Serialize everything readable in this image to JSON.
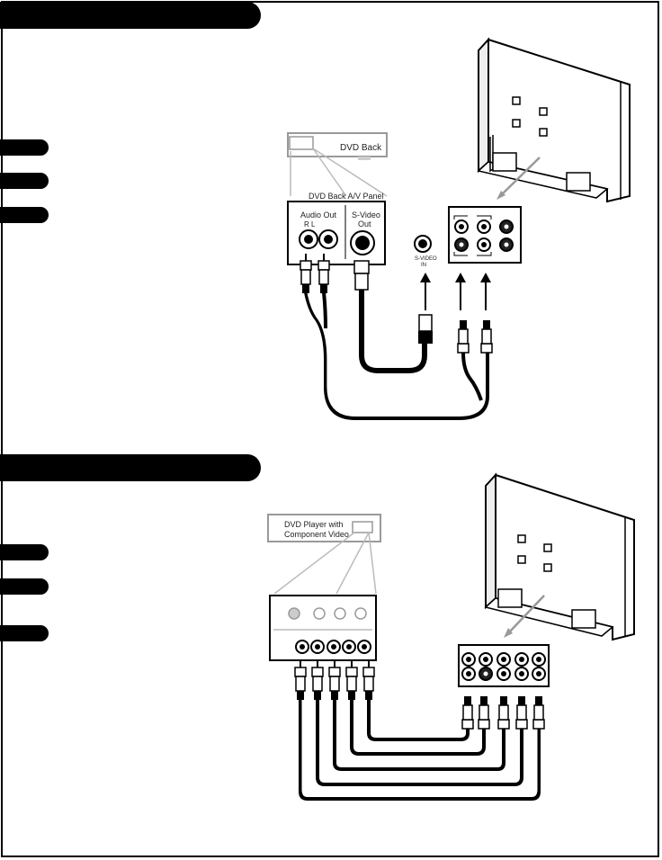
{
  "section1": {
    "diagram": {
      "dvd_box_label": "DVD Back",
      "panel_title": "DVD Back A/V Panel",
      "audio_out_label": "Audio Out",
      "audio_channels": "R    L",
      "svideo_label": "S-Video",
      "svideo_out": "Out",
      "tv_svideo_label": "S-VIDEO",
      "tv_jack_label": "IN"
    }
  },
  "section2": {
    "diagram": {
      "dvd_box_label_line1": "DVD Player with",
      "dvd_box_label_line2": "Component Video"
    }
  }
}
